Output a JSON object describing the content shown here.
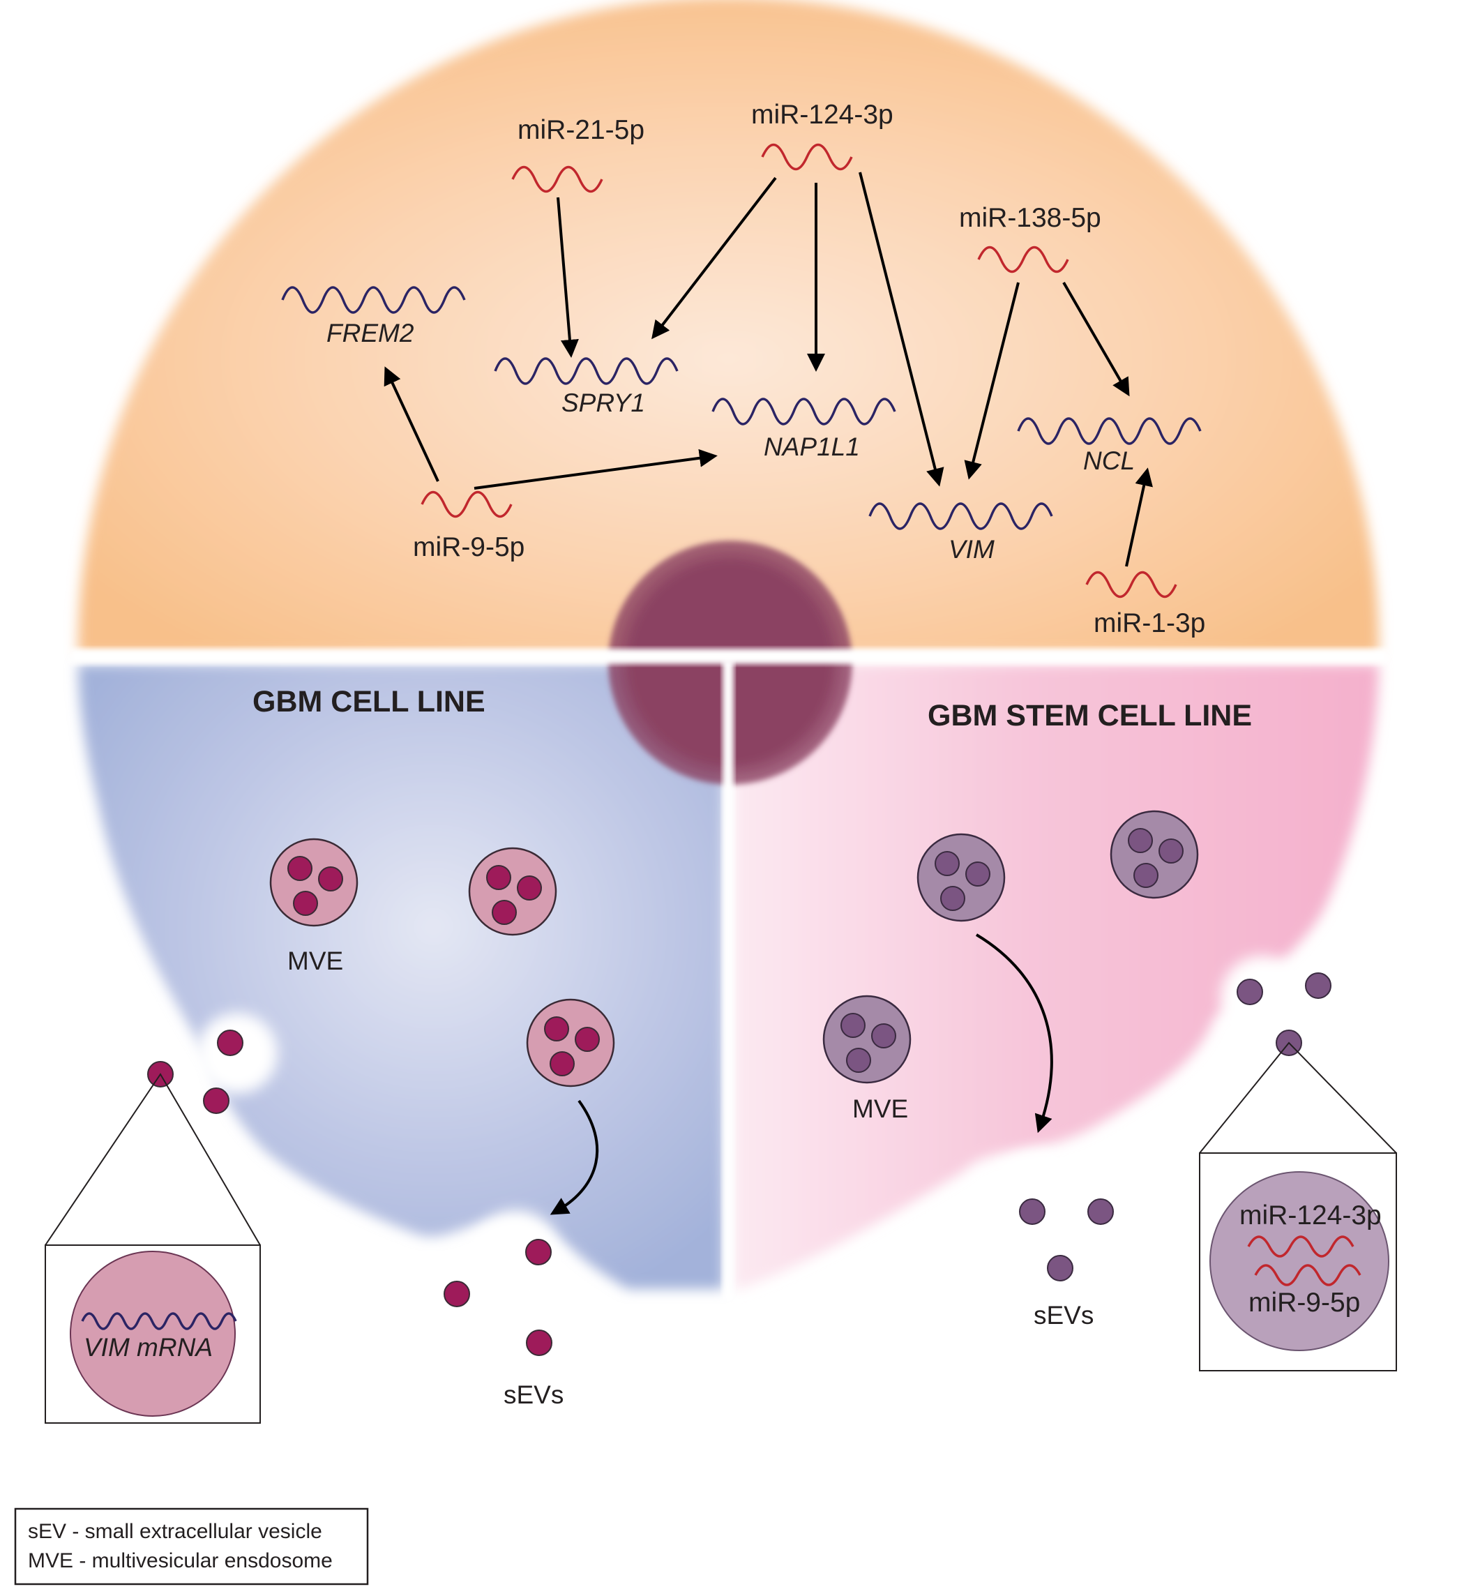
{
  "colors": {
    "top_region": "#f8c08a",
    "top_center": "#fde8d8",
    "gbm_region": "#a5b4db",
    "gbm_center": "#e4e7f4",
    "stem_region": "#f5b5cf",
    "stem_light": "#fbe4ee",
    "nucleus": "#8b4262",
    "mirna_wave": "#c1272d",
    "mrna_wave": "#2b2464",
    "gbm_vesicle": "#9e1b5a",
    "gbm_mve_fill": "#d69db1",
    "stem_vesicle": "#7b5582",
    "stem_mve_fill": "#a58aa8",
    "arrow": "#000000"
  },
  "top": {
    "mirnas": {
      "mir21": "miR-21-5p",
      "mir124": "miR-124-3p",
      "mir138": "miR-138-5p",
      "mir9": "miR-9-5p",
      "mir1": "miR-1-3p"
    },
    "genes": {
      "frem2": "FREM2",
      "spry1": "SPRY1",
      "nap1l1": "NAP1L1",
      "vim": "VIM",
      "ncl": "NCL"
    },
    "interactions": [
      {
        "source": "miR-21-5p",
        "target": "SPRY1"
      },
      {
        "source": "miR-124-3p",
        "target": "SPRY1"
      },
      {
        "source": "miR-124-3p",
        "target": "NAP1L1"
      },
      {
        "source": "miR-124-3p",
        "target": "VIM"
      },
      {
        "source": "miR-138-5p",
        "target": "VIM"
      },
      {
        "source": "miR-138-5p",
        "target": "NCL"
      },
      {
        "source": "miR-9-5p",
        "target": "FREM2"
      },
      {
        "source": "miR-9-5p",
        "target": "NAP1L1"
      },
      {
        "source": "miR-1-3p",
        "target": "NCL"
      }
    ]
  },
  "gbm": {
    "title": "GBM CELL LINE",
    "mve_label": "MVE",
    "sev_label": "sEVs",
    "cargo_label": "VIM mRNA"
  },
  "stem": {
    "title": "GBM STEM CELL LINE",
    "mve_label": "MVE",
    "sev_label": "sEVs",
    "cargo_mir1": "miR-124-3p",
    "cargo_mir2": "miR-9-5p"
  },
  "legend": {
    "line1": "sEV - small extracellular vesicle",
    "line2": "MVE - multivesicular ensdosome"
  }
}
